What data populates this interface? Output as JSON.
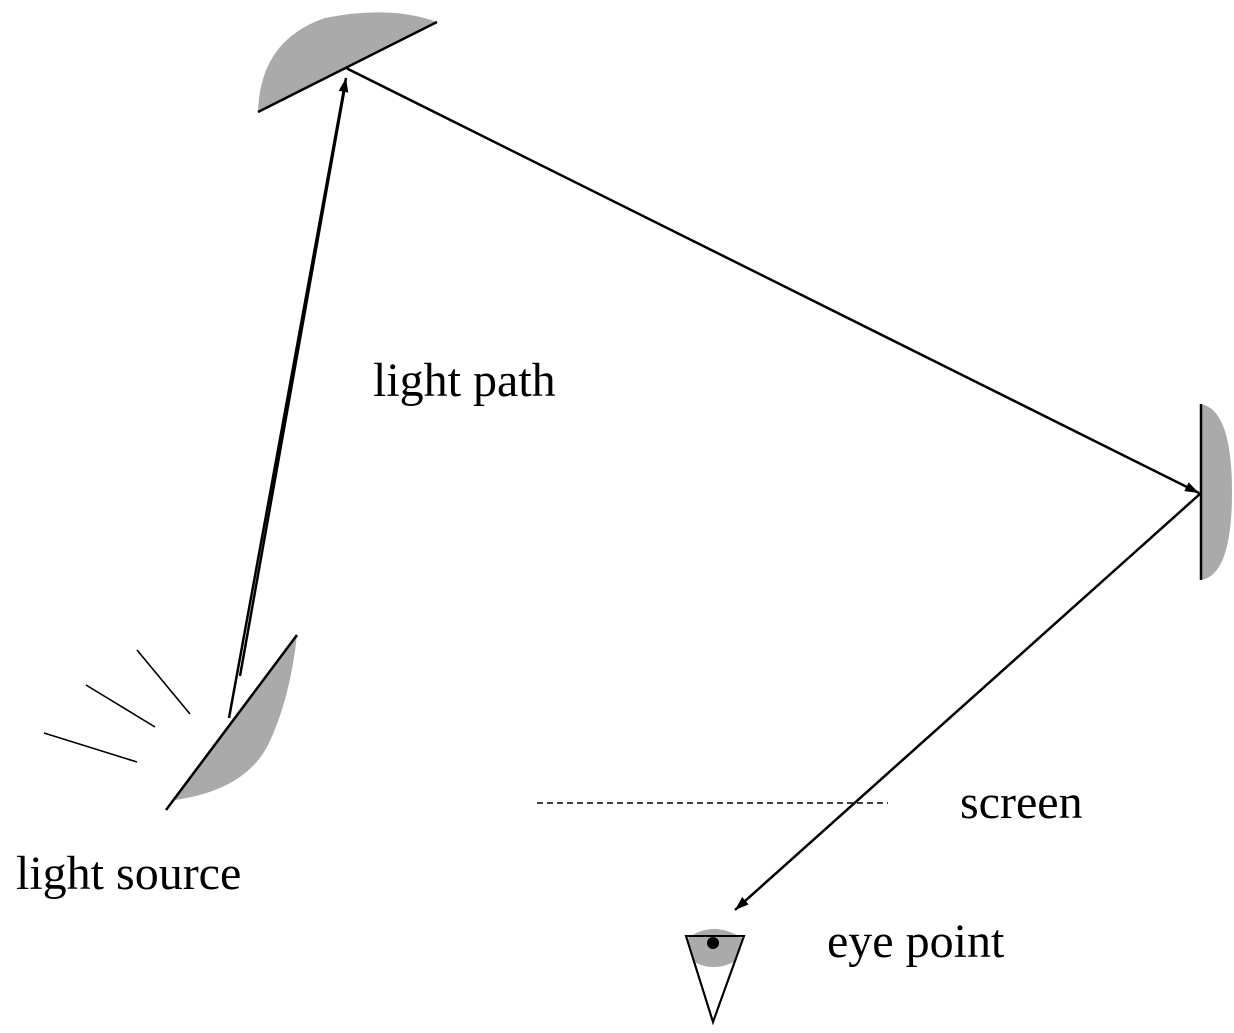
{
  "labels": {
    "light_path": "light path",
    "light_source": "light source",
    "screen": "screen",
    "eye_point": "eye point"
  },
  "colors": {
    "surface_fill": "#aaaaaa",
    "line": "#000000",
    "background": "#ffffff"
  },
  "icons": {
    "eye": "eye-icon",
    "light_source": "light-source-icon",
    "mirror": "curved-mirror-icon"
  }
}
